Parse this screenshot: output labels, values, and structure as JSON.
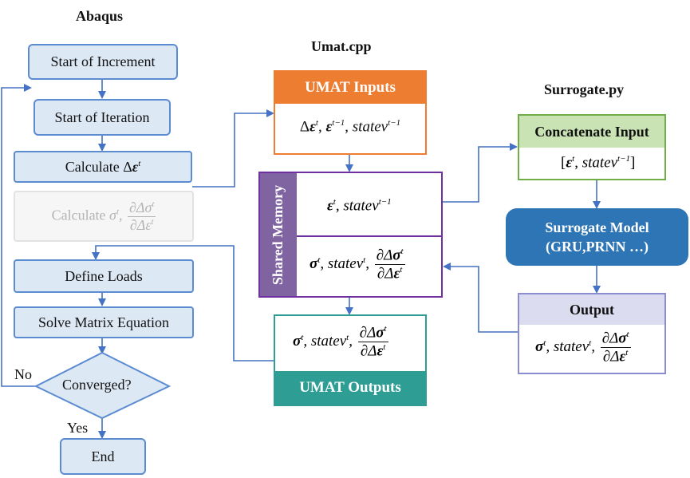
{
  "columns": {
    "abaqus": "Abaqus",
    "umat": "Umat.cpp",
    "surrogate": "Surrogate.py"
  },
  "abaqus": {
    "start_increment": "Start of Increment",
    "start_iteration": "Start of Iteration",
    "calc_strain": "Calculate Δε",
    "calc_stress": "Calculate σ, ∂Δσ/∂Δε",
    "define_loads": "Define Loads",
    "solve": "Solve Matrix Equation",
    "converged": "Converged?",
    "no": "No",
    "yes": "Yes",
    "end": "End"
  },
  "umat": {
    "inputs_title": "UMAT Inputs",
    "inputs_expr": "Δε^t, ε^{t−1}, statev^{t−1}",
    "shared_memory": "Shared Memory",
    "shared_in_expr": "ε^t, statev^{t−1}",
    "shared_out_expr": "σ^t, statev^t, ∂Δσ^t/∂Δε^t",
    "outputs_title": "UMAT Outputs",
    "outputs_expr": "σ^t, statev^t, ∂Δσ^t/∂Δε^t"
  },
  "surrogate": {
    "concat_title": "Concatenate Input",
    "concat_expr": "[ε^t, statev^{t−1}]",
    "model_line1": "Surrogate Model",
    "model_line2": "(GRU,PRNN …)",
    "output_title": "Output",
    "output_expr": "σ^t, statev^t, ∂Δσ^t/∂Δε^t"
  },
  "colors": {
    "flow_fill": "#dde8f5",
    "flow_border": "#5b8bd0",
    "arrow": "#4472c4",
    "orange": "#ed7d31",
    "purple": "#7030a0",
    "shared_fill": "#8064a2",
    "teal": "#2e9e94",
    "green_fill": "#c9e3b5",
    "green_border": "#70ad47",
    "model_fill": "#2e75b6",
    "lavender_fill": "#dcdcf0",
    "lavender_border": "#8c8cd0"
  }
}
